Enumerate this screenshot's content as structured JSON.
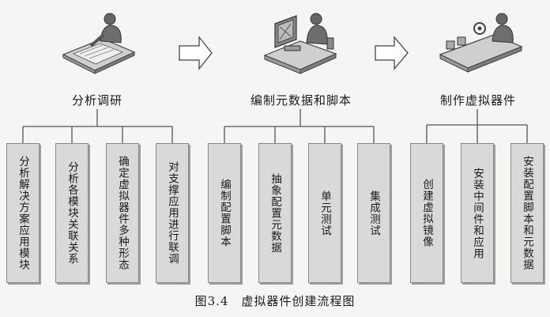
{
  "stages": [
    {
      "title": "分析调研",
      "icon": "person-at-desk-drawing-icon",
      "items": [
        "分析解决方案应用模块",
        "分析各模块关联关系",
        "确定虚拟器件多种形态",
        "对支撑应用进行联调"
      ]
    },
    {
      "title": "编制元数据和脚本",
      "icon": "person-at-computer-icon",
      "items": [
        "编制配置脚本",
        "抽象配置元数据",
        "单元测试",
        "集成测试"
      ]
    },
    {
      "title": "制作虚拟器件",
      "icon": "assembly-line-worker-icon",
      "items": [
        "创建虚拟镜像",
        "安装中间件和应用",
        "安装配置脚本和元数据"
      ]
    }
  ],
  "caption": {
    "number": "图3.4",
    "text": "虚拟器件创建流程图"
  },
  "colors": {
    "box_fill": "#d9d9d9",
    "line": "#555555",
    "arrow_fill": "#ffffff"
  }
}
